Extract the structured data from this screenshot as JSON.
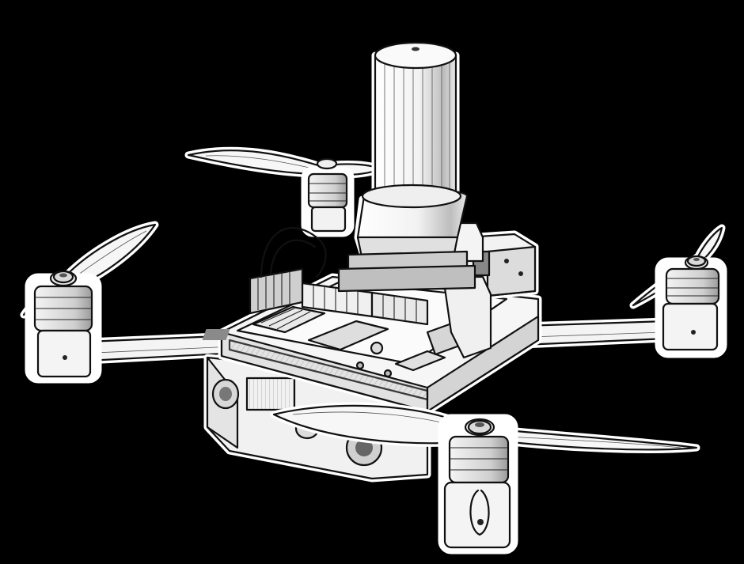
{
  "scene": {
    "subject": "drone-illustration",
    "style": "ink-sketch",
    "colors": {
      "background": "#000000",
      "paper": "#ffffff",
      "ink": "#111111",
      "shade": "#d9d9d9"
    },
    "parts": [
      "cylinder-payload",
      "flight-controller-board",
      "camera-housing",
      "arm",
      "motor",
      "propeller"
    ]
  }
}
